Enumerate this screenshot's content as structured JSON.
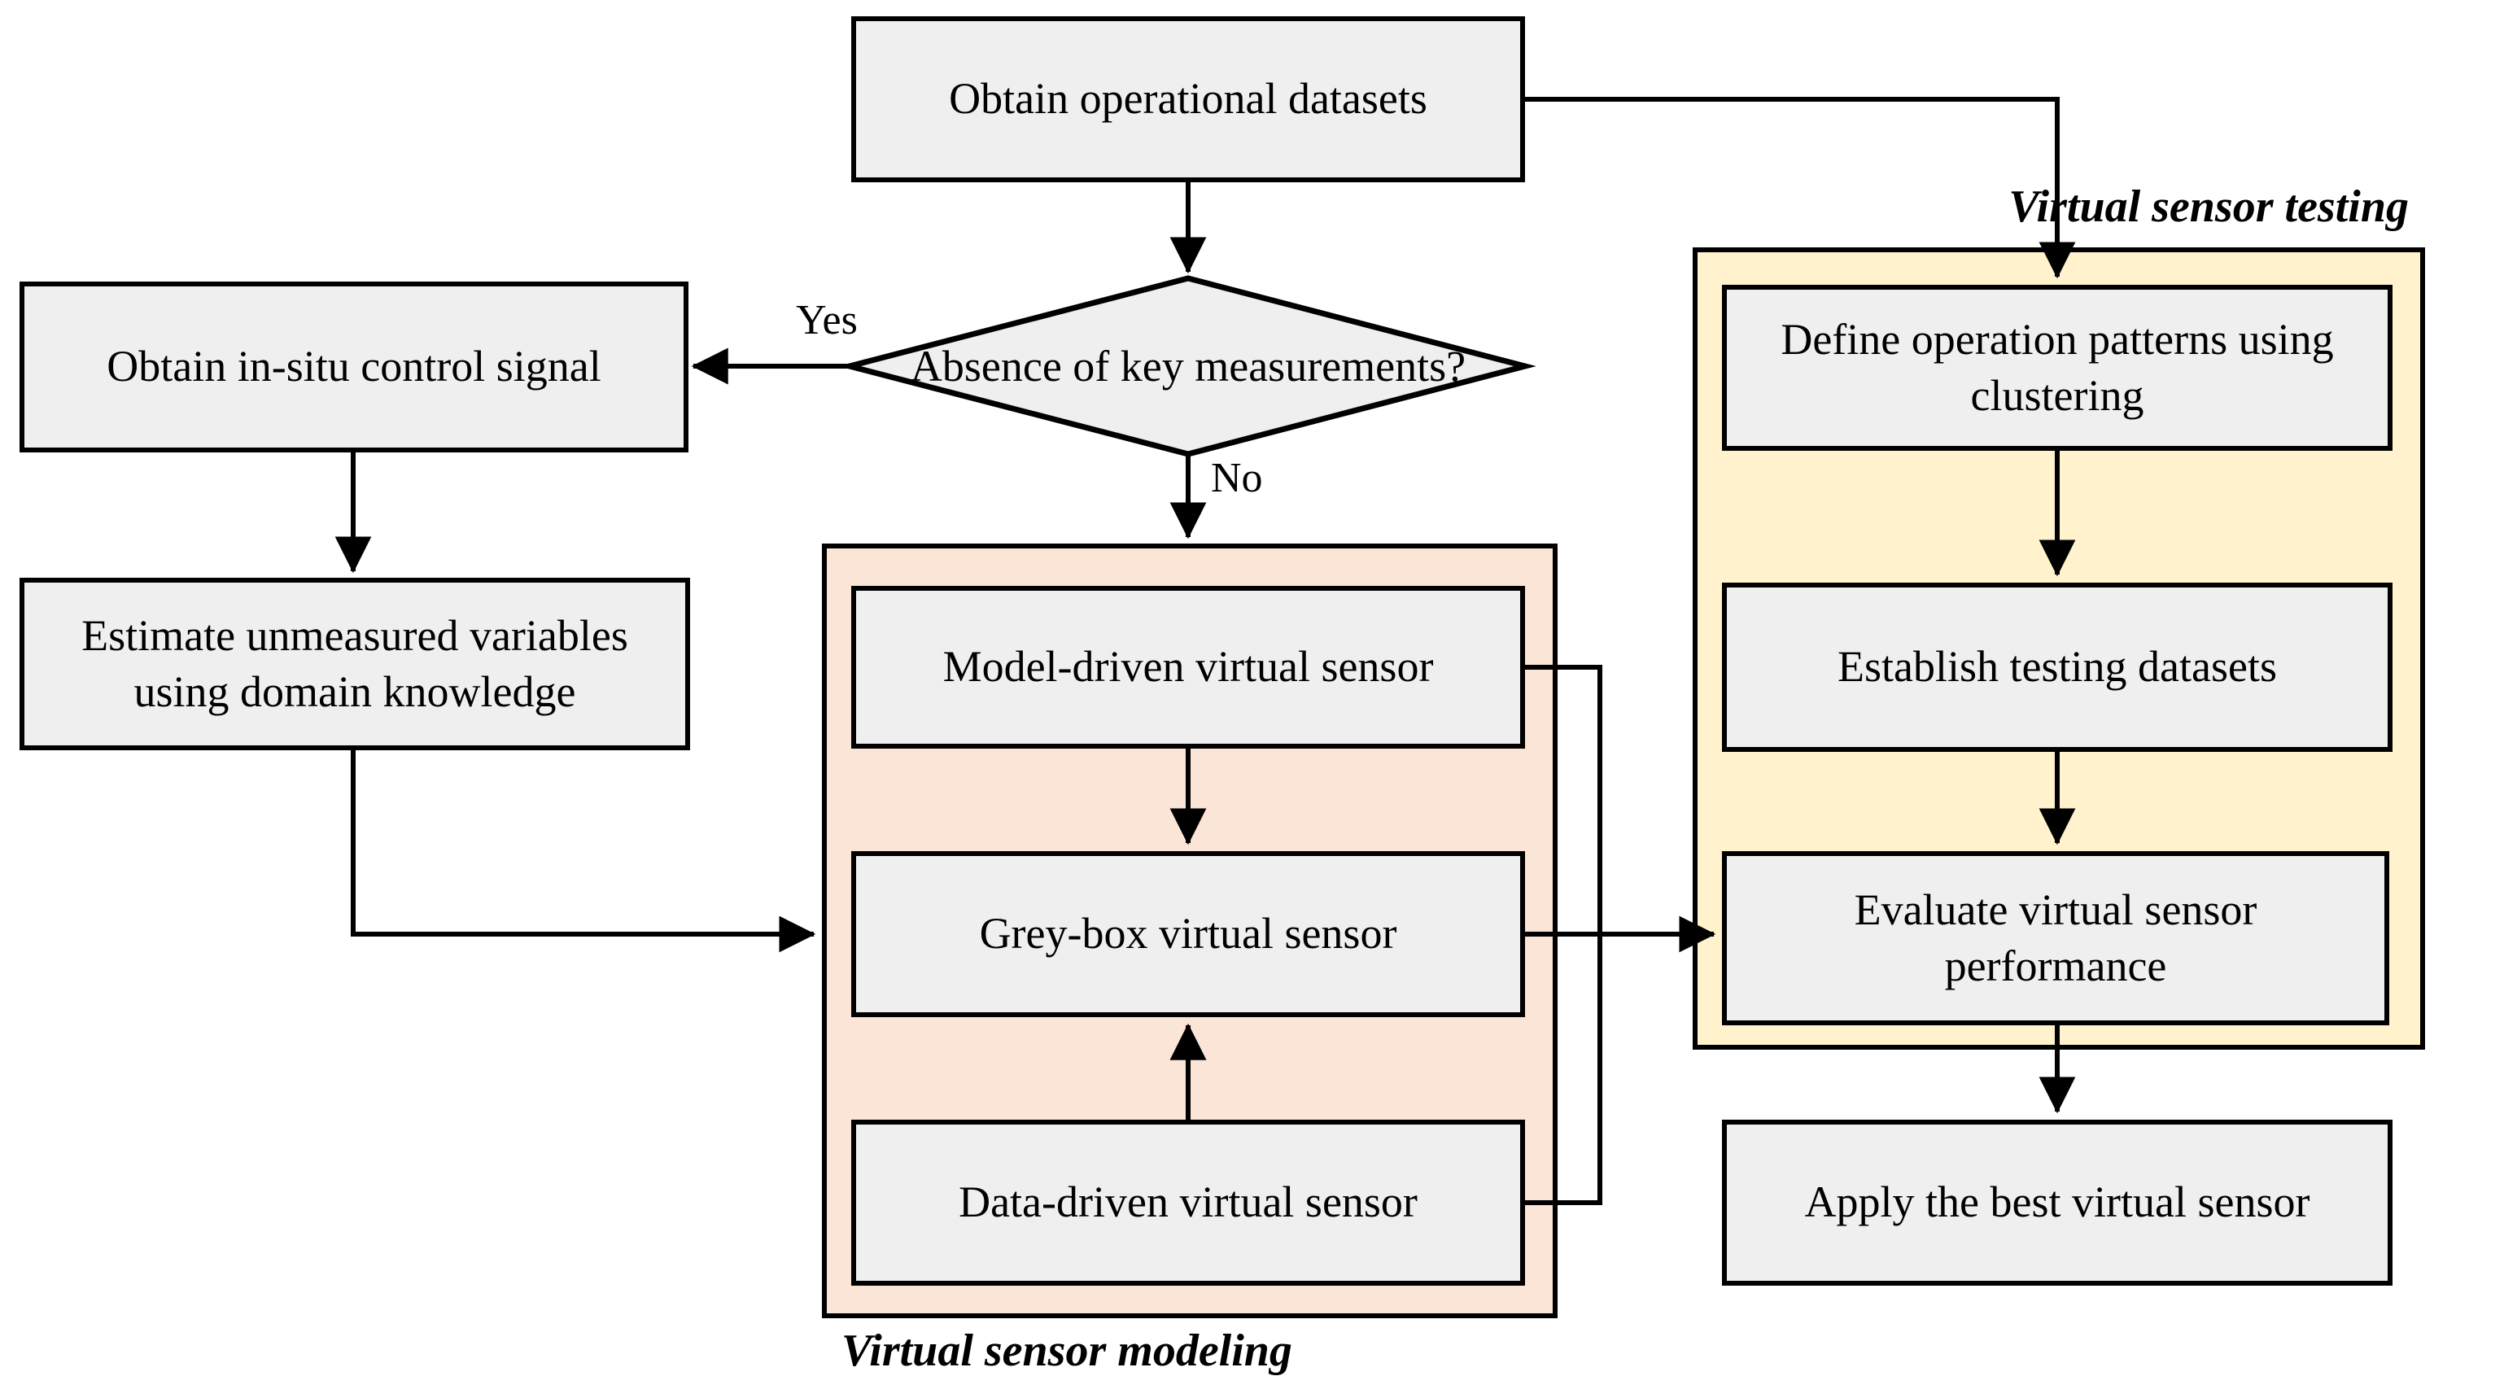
{
  "diagram": {
    "section_labels": {
      "modeling": "Virtual sensor modeling",
      "testing": "Virtual sensor testing"
    },
    "branch_labels": {
      "yes": "Yes",
      "no": "No"
    },
    "nodes": {
      "obtain_datasets": "Obtain operational datasets",
      "decision": "Absence of key measurements?",
      "obtain_signal": "Obtain in-situ control signal",
      "estimate_variables": "Estimate unmeasured variables using domain knowledge",
      "model_driven": "Model-driven virtual sensor",
      "grey_box": "Grey-box virtual sensor",
      "data_driven": "Data-driven virtual sensor",
      "define_patterns": "Define operation patterns using clustering",
      "establish_datasets": "Establish testing datasets",
      "evaluate_performance": "Evaluate virtual sensor performance",
      "apply_best": "Apply the best virtual sensor"
    },
    "colors": {
      "modeling_container_fill": "#fbe5d6",
      "testing_container_fill": "#fff2cc",
      "node_fill": "#efefef",
      "line_and_border": "#000000",
      "background": "#ffffff"
    }
  }
}
